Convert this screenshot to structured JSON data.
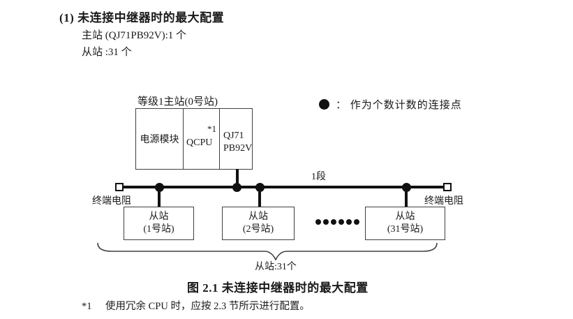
{
  "page": {
    "heading": "(1) 未连接中继器时的最大配置",
    "master_line": "主站 (QJ71PB92V):1 个",
    "slave_line": "从站 :31 个",
    "caption": "图 2.1 未连接中继器时的最大配置",
    "footnote_marker": "*1",
    "footnote_text": "使用冗余 CPU 时，应按 2.3 节所示进行配置。"
  },
  "diagram": {
    "master_station_label": "等级1主站(0号站)",
    "master_modules": {
      "power": "电源模块",
      "cpu": "QCPU",
      "cpu_note": "*1",
      "network_line1": "QJ71",
      "network_line2": "PB92V"
    },
    "legend_text": "：  作为个数计数的连接点",
    "segment_label": "1段",
    "left_terminator_label": "终端电阻",
    "right_terminator_label": "终端电阻",
    "slaves": [
      {
        "name": "从站",
        "station": "(1号站)"
      },
      {
        "name": "从站",
        "station": "(2号站)"
      },
      {
        "name": "从站",
        "station": "(31号站)"
      }
    ],
    "slave_total_label": "从站:31个"
  }
}
